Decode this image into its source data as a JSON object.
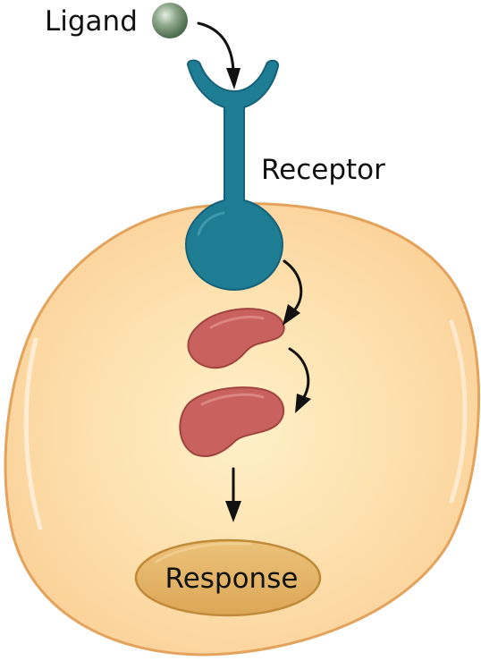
{
  "labels": {
    "ligand": "Ligand",
    "receptor": "Receptor",
    "response": "Response"
  },
  "colors": {
    "cell_fill": "#fbd9a2",
    "cell_inner": "#fde7b8",
    "cell_outline": "#e3a35c",
    "receptor": "#1e7d93",
    "receptor_dark": "#15617a",
    "ligand": "#6e8e6e",
    "relay_protein": "#c9625e",
    "relay_outline": "#a0443f",
    "response": "#e2b363",
    "response_outline": "#c08a38",
    "arrow": "#111111"
  },
  "icons": {
    "ligand": "sphere",
    "relay_proteins": "kidney-shaped-protein"
  }
}
